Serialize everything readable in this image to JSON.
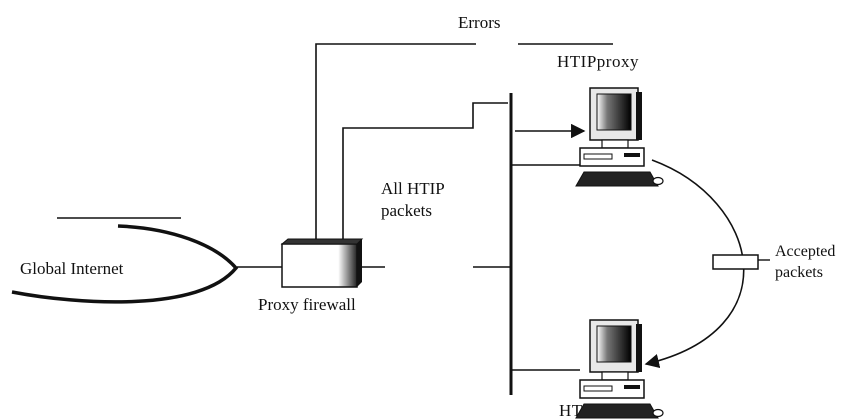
{
  "labels": {
    "errors": "Errors",
    "http_proxy": "HTIPproxy",
    "all_http_line1": "All HTIP",
    "all_http_line2": "packets",
    "global_internet": "Global Internet",
    "proxy_firewall": "Proxy firewall",
    "accepted_line1": "Accepted",
    "accepted_line2": "packets",
    "http_server": "HTIP server"
  }
}
